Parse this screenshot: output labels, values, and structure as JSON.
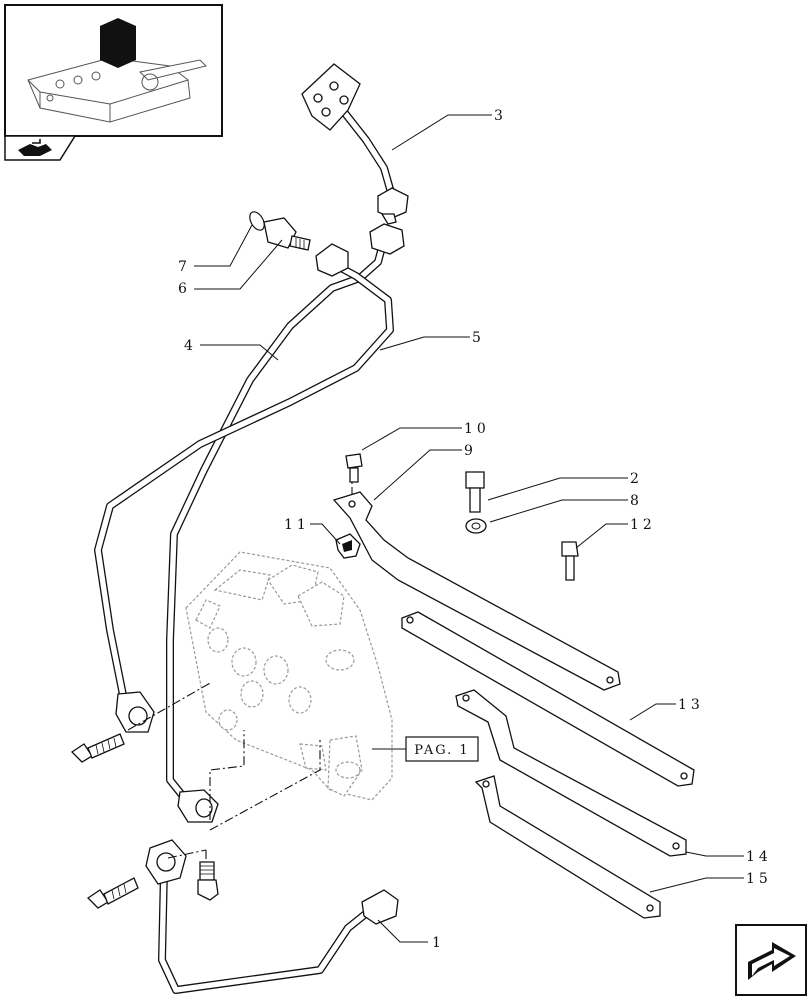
{
  "diagram": {
    "reference_box": {
      "label": "PAG. 1"
    },
    "callouts": [
      {
        "id": "c1",
        "label": "1"
      },
      {
        "id": "c2",
        "label": "2"
      },
      {
        "id": "c3",
        "label": "3"
      },
      {
        "id": "c4",
        "label": "4"
      },
      {
        "id": "c5",
        "label": "5"
      },
      {
        "id": "c6",
        "label": "6"
      },
      {
        "id": "c7",
        "label": "7"
      },
      {
        "id": "c8",
        "label": "8"
      },
      {
        "id": "c9",
        "label": "9"
      },
      {
        "id": "c10",
        "label": "10"
      },
      {
        "id": "c11",
        "label": "11"
      },
      {
        "id": "c12",
        "label": "12"
      },
      {
        "id": "c13",
        "label": "13"
      },
      {
        "id": "c14",
        "label": "14"
      },
      {
        "id": "c15",
        "label": "15"
      }
    ]
  },
  "navigation": {
    "thumbnail_icon": "tractor-lift-cover-thumbnail",
    "prev_icon": "book-arrow-icon",
    "next_icon": "next-page-arrow-icon"
  }
}
